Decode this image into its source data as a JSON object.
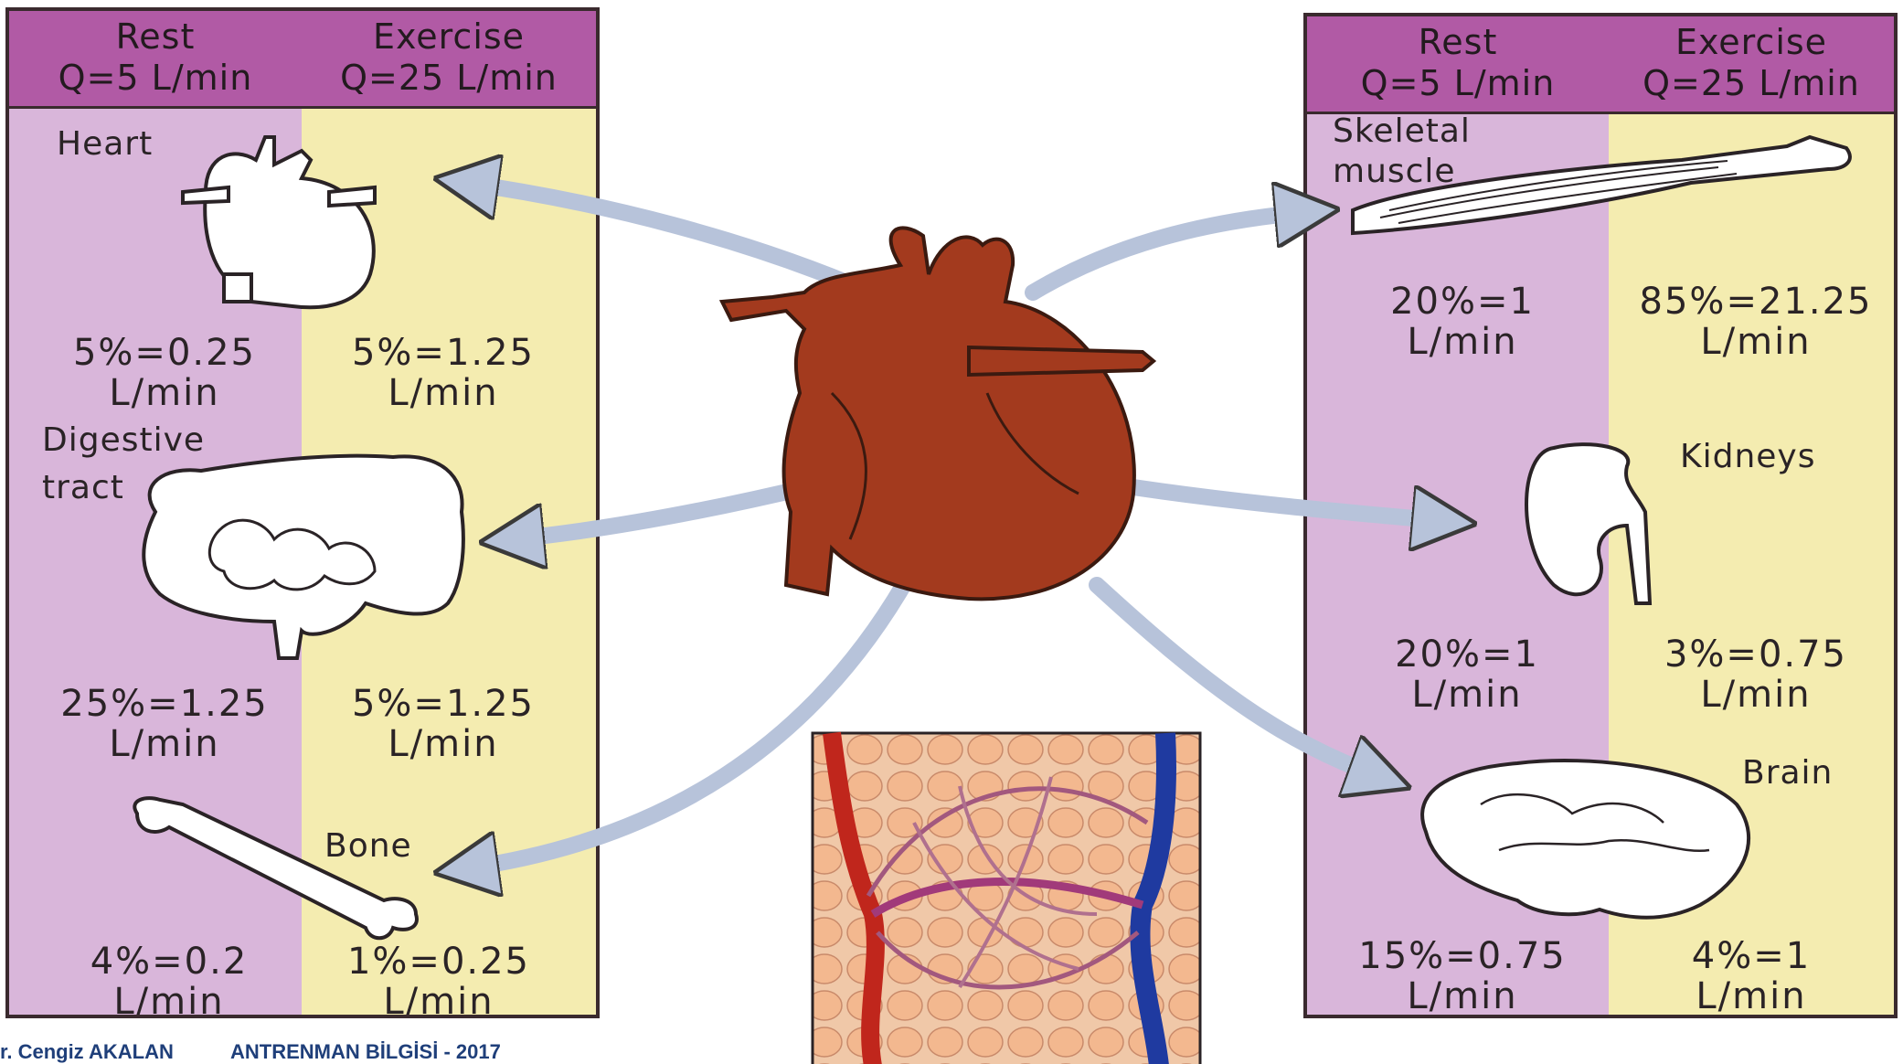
{
  "header": {
    "rest_label": "Rest",
    "rest_q": "Q=5 L/min",
    "exercise_label": "Exercise",
    "exercise_q": "Q=25 L/min"
  },
  "left_organs": {
    "heart": {
      "label": "Heart",
      "rest": "5%=0.25",
      "exercise": "5%=1.25",
      "unit": "L/min"
    },
    "digestive": {
      "label_line1": "Digestive",
      "label_line2": "tract",
      "rest": "25%=1.25",
      "exercise": "5%=1.25",
      "unit": "L/min"
    },
    "bone": {
      "label": "Bone",
      "rest": "4%=0.2",
      "exercise": "1%=0.25",
      "unit": "L/min"
    }
  },
  "right_organs": {
    "skeletal_muscle": {
      "label_line1": "Skeletal",
      "label_line2": "muscle",
      "rest": "20%=1",
      "exercise": "85%=21.25",
      "unit": "L/min"
    },
    "kidneys": {
      "label": "Kidneys",
      "rest": "20%=1",
      "exercise": "3%=0.75",
      "unit": "L/min"
    },
    "brain": {
      "label": "Brain",
      "rest": "15%=0.75",
      "exercise": "4%=1",
      "unit": "L/min"
    }
  },
  "footer": {
    "author": "r. Cengiz AKALAN",
    "course": "ANTRENMAN BİLGİSİ - 2017"
  },
  "colors": {
    "rest_column": "#d9b6da",
    "exercise_column": "#f4ecb0",
    "header": "#b15aa5",
    "heart": "#a33a1e",
    "arrow": "#b7c3da",
    "footer_text": "#1f3f7a"
  }
}
